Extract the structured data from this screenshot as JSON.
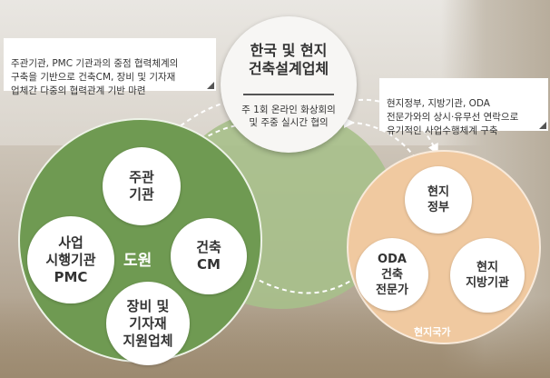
{
  "top_node": {
    "title": "한국 및 현지\n건축설계업체",
    "subtitle": "주 1회 온라인 화상회의\n및 주중 실시간 협의"
  },
  "left_note": "주관기관, PMC 기관과의 중점 협력체계의\n구축을 기반으로 건축CM, 장비 및 기자재\n업체간 다중의 협력관계 기반 마련",
  "right_note": "현지정부, 지방기관, ODA\n전문가와의 상시·유무선 연락으로\n유기적인 사업수행체계 구축",
  "left_group": {
    "label": "도원",
    "nodes": [
      "주관\n기관",
      "사업\n시행기관\nPMC",
      "건축\nCM",
      "장비 및\n기자재\n지원업체"
    ]
  },
  "right_group": {
    "label": "현지국가",
    "nodes": [
      "현지\n정부",
      "ODA\n건축\n전문가",
      "현지\n지방기관"
    ]
  },
  "colors": {
    "left_circle": "#6f9a52",
    "right_circle": "#f0c9a0",
    "center_blob": "#a7c08b",
    "node_fill": "#ffffff"
  }
}
